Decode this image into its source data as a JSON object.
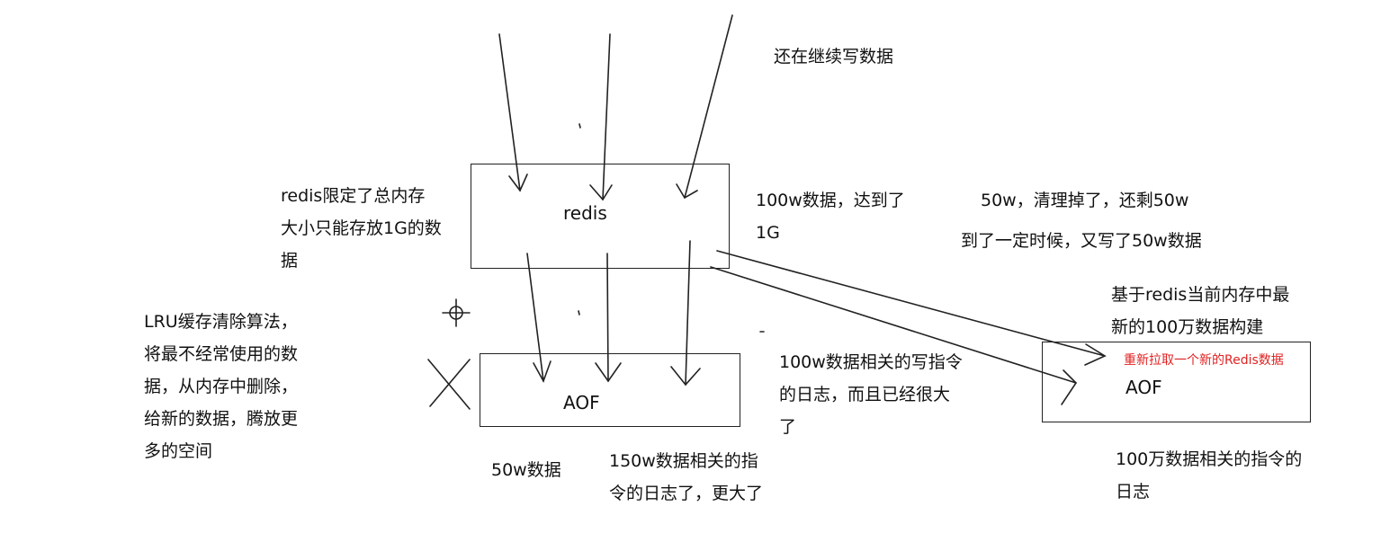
{
  "boxes": {
    "redis": "redis",
    "aof_left": "AOF",
    "aof_right": "AOF"
  },
  "labels": {
    "still_writing": "还在继续写数据",
    "redis_limit": [
      "redis限定了总内存",
      "大小只能存放1G的数",
      "据"
    ],
    "reached_1g": [
      "100w数据，达到了",
      "1G"
    ],
    "cleaned_50w": "50w，清理掉了，还剩50w",
    "wrote_50w_more": "到了一定时候，又写了50w数据",
    "rebuild": [
      "基于redis当前内存中最",
      "新的100万数据构建"
    ],
    "lru": [
      "LRU缓存清除算法，",
      "将最不经常使用的数",
      "据，从内存中删除，",
      "给新的数据，腾放更",
      "多的空间"
    ],
    "cmd_log_100w": [
      "100w数据相关的写指令",
      "的日志，而且已经很大",
      "了"
    ],
    "data_50w": "50w数据",
    "cmd_log_150w": [
      "150w数据相关的指",
      "令的日志了，更大了"
    ],
    "cmd_log_1m": [
      "100万数据相关的指令的",
      "日志"
    ]
  },
  "annotation": {
    "pull_new_redis": "重新拉取一个新的Redis数据"
  }
}
